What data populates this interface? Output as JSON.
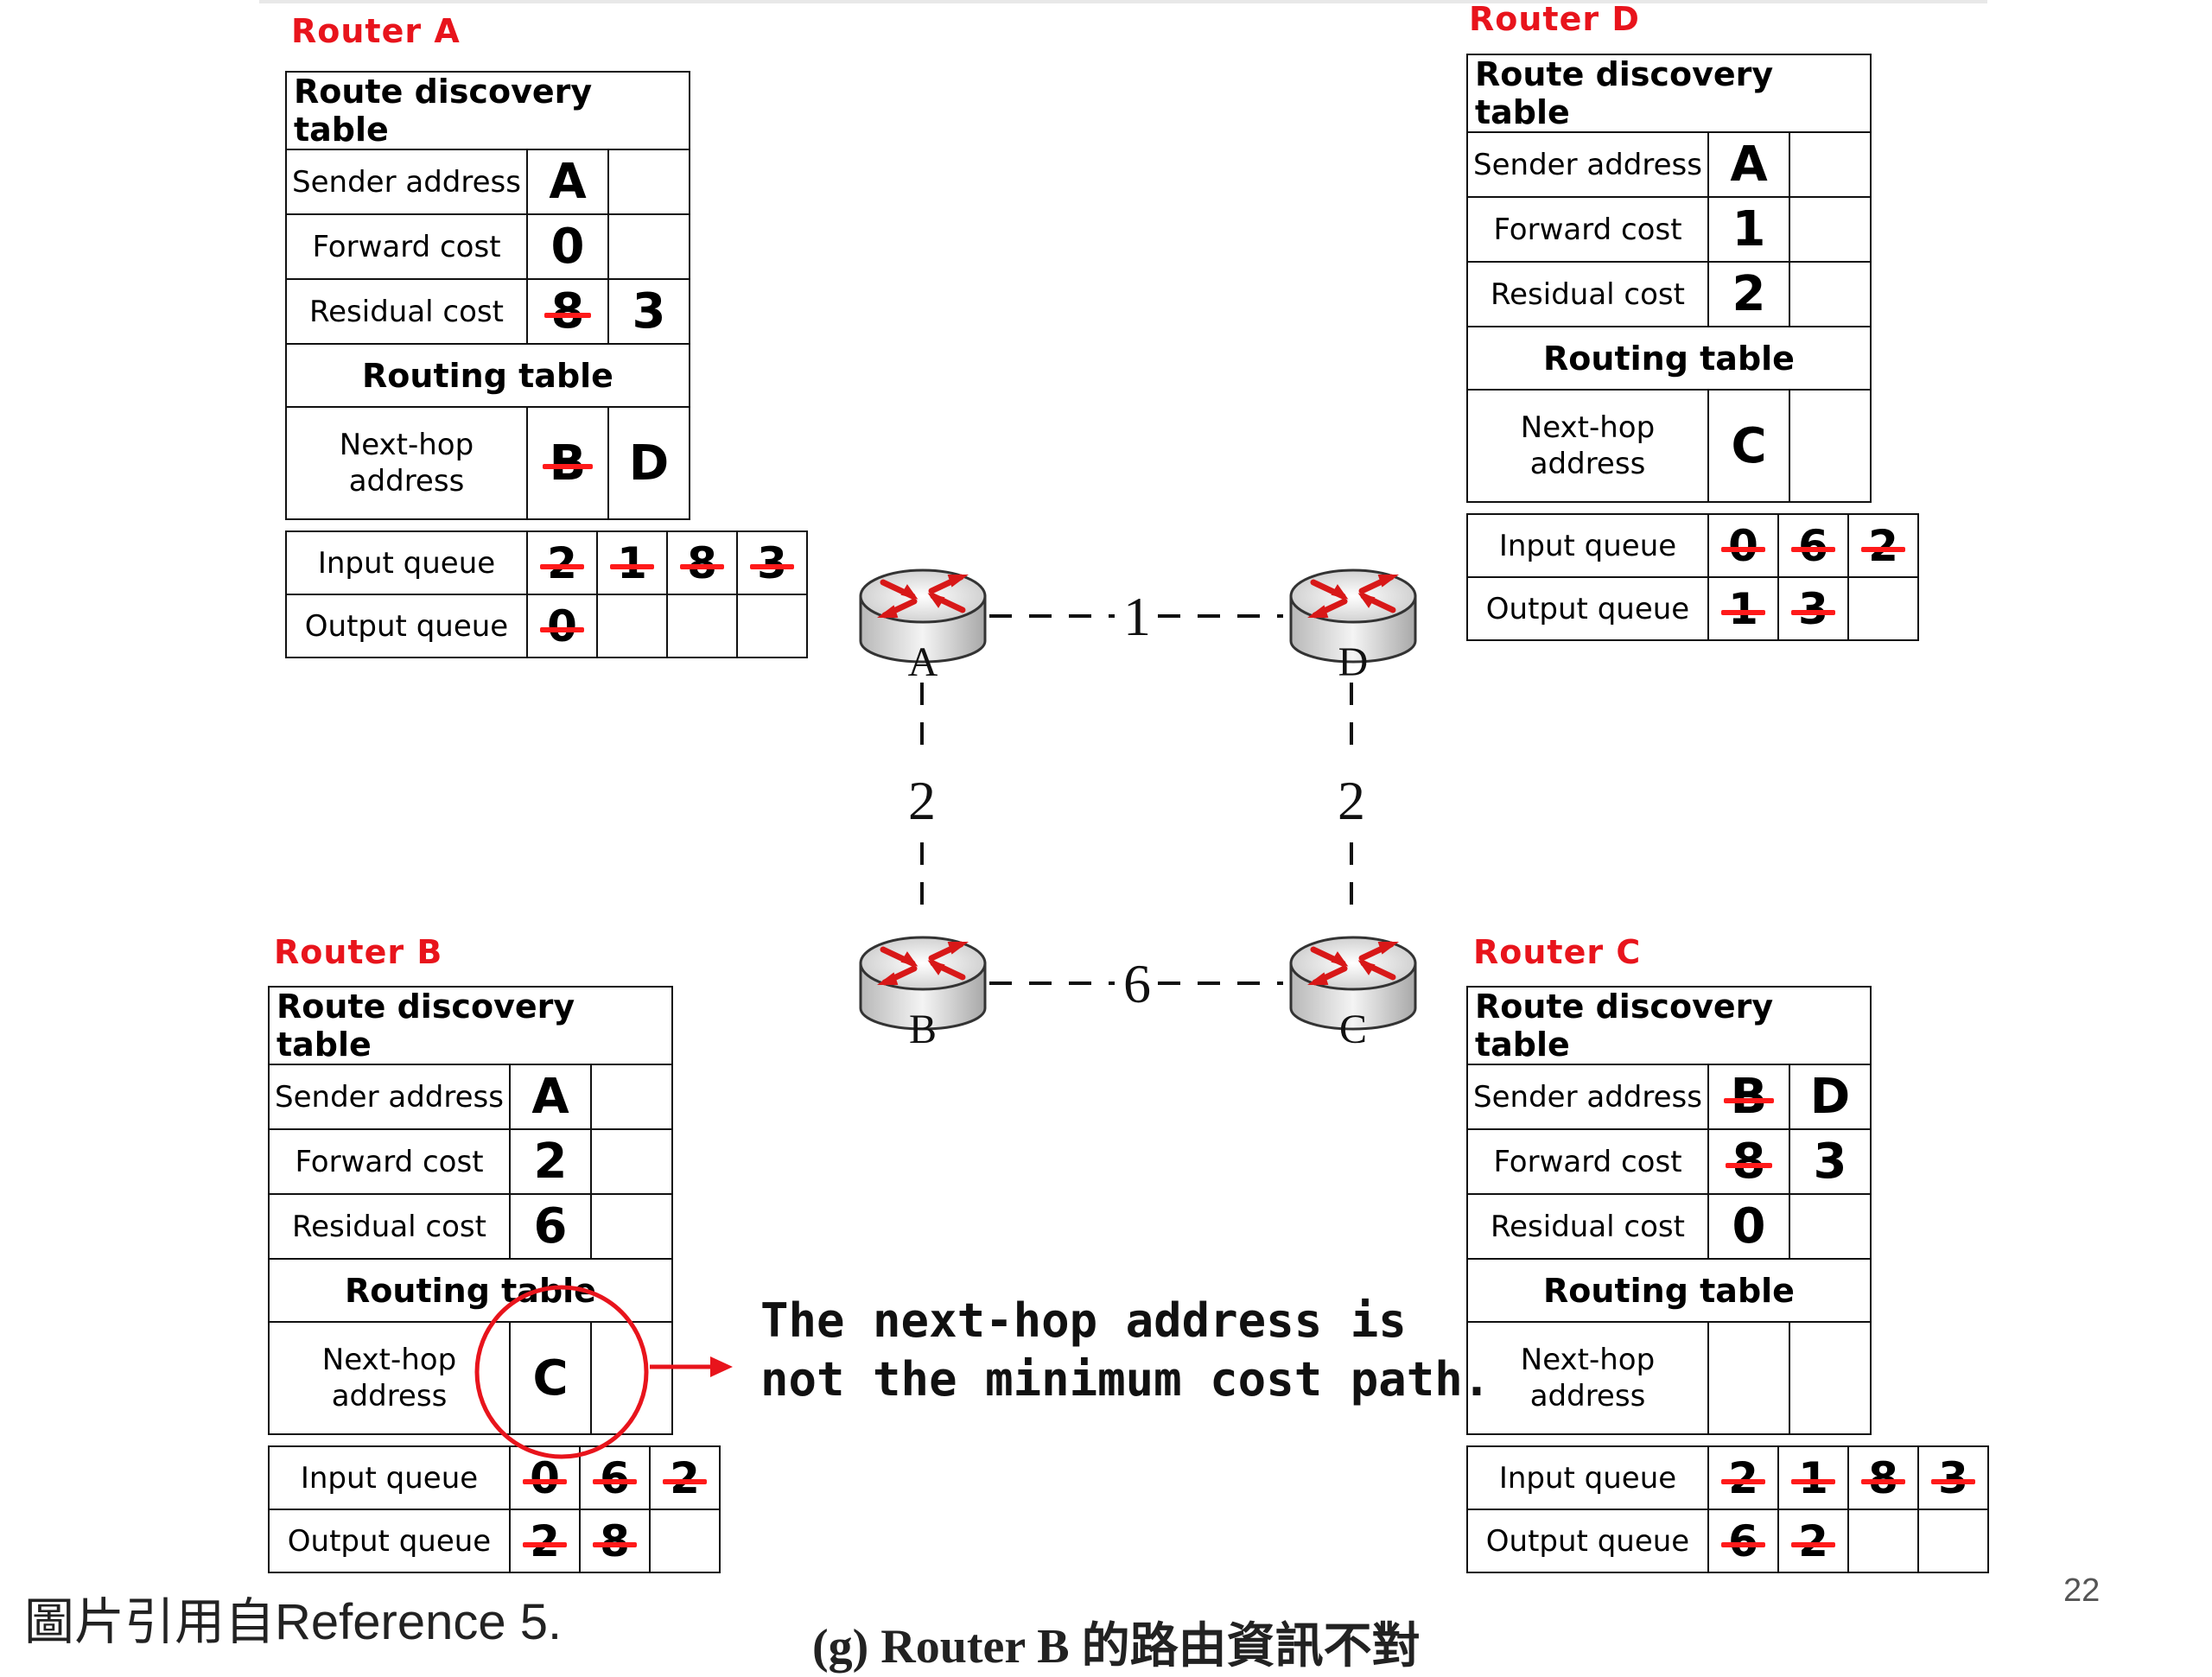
{
  "labels": {
    "route_discovery_table": "Route discovery table",
    "sender_address": "Sender address",
    "forward_cost": "Forward cost",
    "residual_cost": "Residual cost",
    "routing_table": "Routing table",
    "next_hop_1": "Next-hop",
    "next_hop_2": "address",
    "input_queue": "Input queue",
    "output_queue": "Output queue"
  },
  "routerA": {
    "title": "Router A",
    "sender": [
      "A",
      ""
    ],
    "forward": [
      "0",
      ""
    ],
    "residual": [
      "8",
      "3"
    ],
    "nexthop": [
      "B",
      "D"
    ],
    "input_queue": [
      "2",
      "1",
      "8",
      "3"
    ],
    "output_queue": [
      "0",
      "",
      "",
      ""
    ]
  },
  "routerD": {
    "title": "Router D",
    "sender": [
      "A",
      ""
    ],
    "forward": [
      "1",
      ""
    ],
    "residual": [
      "2",
      ""
    ],
    "nexthop": [
      "C",
      ""
    ],
    "input_queue": [
      "0",
      "6",
      "2"
    ],
    "output_queue": [
      "1",
      "3",
      ""
    ]
  },
  "routerB": {
    "title": "Router B",
    "sender": [
      "A",
      ""
    ],
    "forward": [
      "2",
      ""
    ],
    "residual": [
      "6",
      ""
    ],
    "nexthop": [
      "C",
      ""
    ],
    "input_queue": [
      "0",
      "6",
      "2"
    ],
    "output_queue": [
      "2",
      "8",
      ""
    ]
  },
  "routerC": {
    "title": "Router C",
    "sender": [
      "B",
      "D"
    ],
    "forward": [
      "8",
      "3"
    ],
    "residual": [
      "0",
      ""
    ],
    "nexthop": [
      "",
      ""
    ],
    "input_queue": [
      "2",
      "1",
      "8",
      "3"
    ],
    "output_queue": [
      "6",
      "2",
      "",
      ""
    ]
  },
  "network": {
    "nodes": [
      "A",
      "D",
      "B",
      "C"
    ],
    "edges": [
      {
        "from": "A",
        "to": "D",
        "cost": "1"
      },
      {
        "from": "A",
        "to": "B",
        "cost": "2"
      },
      {
        "from": "D",
        "to": "C",
        "cost": "2"
      },
      {
        "from": "B",
        "to": "C",
        "cost": "6"
      }
    ]
  },
  "colors": {
    "title_red": "#e8141c",
    "blue": "#2a2ad4",
    "green": "#1f8e1f",
    "strike_red": "#ff1a1a"
  },
  "note": {
    "line1": "The next-hop address is",
    "line2": "not the minimum cost path."
  },
  "footer": {
    "reference": "圖片引用自Reference 5.",
    "caption": "(g) Router B 的路由資訊不對",
    "page": "22"
  }
}
